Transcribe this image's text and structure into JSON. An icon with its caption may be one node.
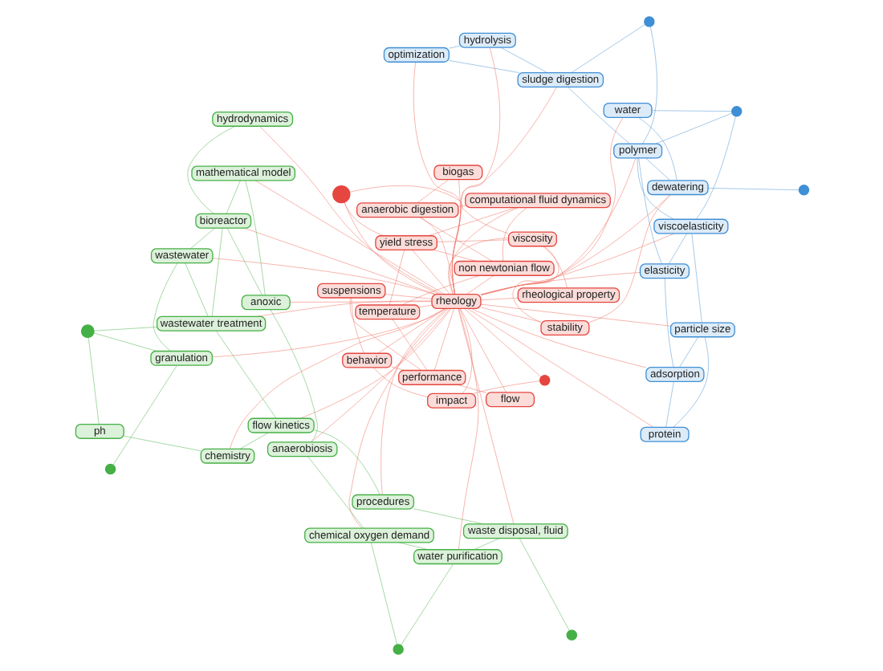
{
  "diagram": {
    "nodes": [
      {
        "text": [
          "elasticity"
        ]
      },
      {
        "text": [
          "adsorption"
        ]
      },
      {
        "text": [],
        "shape": "circle"
      },
      {
        "text": [
          "stability"
        ]
      },
      {
        "text": [
          "particle size"
        ]
      },
      {
        "text": [
          "protein"
        ]
      },
      {
        "text": [
          "viscoelasticity"
        ]
      },
      {
        "text": [
          "water"
        ]
      },
      {
        "text": [
          "polymer"
        ]
      },
      {
        "text": [
          "dewatering"
        ]
      },
      {
        "text": [],
        "shape": "circle"
      },
      {
        "text": [],
        "shape": "circle"
      },
      {
        "text": [
          "rheological property"
        ]
      },
      {
        "text": [
          "chemistry"
        ]
      },
      {
        "text": [
          "ph"
        ]
      },
      {
        "text": [
          "sludge digestion"
        ]
      },
      {
        "text": [
          "viscosity"
        ]
      },
      {
        "text": [
          "suspensions"
        ]
      },
      {
        "text": [
          "flow kinetics"
        ]
      },
      {
        "text": [],
        "shape": "circle"
      },
      {
        "text": [
          "procedures"
        ]
      },
      {
        "text": [
          "behavior"
        ]
      },
      {
        "text": [
          "yield stress"
        ]
      },
      {
        "text": [
          "wastewater treatment"
        ]
      },
      {
        "text": [
          "hydrolysis"
        ]
      },
      {
        "text": [],
        "shape": "circle"
      },
      {
        "text": [
          "impact"
        ]
      },
      {
        "text": [
          "temperature"
        ]
      },
      {
        "text": [
          "waste disposal, fluid"
        ]
      },
      {
        "text": [],
        "shape": "circle"
      },
      {
        "text": [],
        "shape": "circle"
      },
      {
        "text": [
          "rheology"
        ]
      },
      {
        "text": [
          "performance"
        ]
      },
      {
        "text": [
          "granulation"
        ]
      },
      {
        "text": [],
        "shape": "circle"
      },
      {
        "text": [
          "wastewater"
        ]
      },
      {
        "text": [],
        "shape": "circle"
      },
      {
        "text": [
          "water purification"
        ]
      },
      {
        "text": [
          "bioreactor"
        ]
      },
      {
        "text": [
          "anaerobic digestion"
        ]
      },
      {
        "text": [
          "flow"
        ]
      },
      {
        "text": [
          "chemical oxygen demand"
        ]
      },
      {
        "text": [
          "optimization"
        ]
      },
      {
        "text": [
          "non newtonian flow"
        ]
      },
      {
        "text": [
          "anaerobiosis"
        ]
      },
      {
        "text": [
          "anoxic"
        ]
      },
      {
        "text": [
          "mathematical model"
        ]
      },
      {
        "text": [
          "biogas"
        ]
      },
      {
        "text": [
          "hydrodynamics"
        ]
      },
      {
        "text": [
          "computational fluid dynamics"
        ]
      }
    ],
    "edges": [
      {
        "from": 31,
        "to": 0,
        "arrow": "none"
      },
      {
        "from": 31,
        "to": 1,
        "arrow": "none"
      },
      {
        "from": 31,
        "to": 3,
        "arrow": "none"
      },
      {
        "from": 31,
        "to": 4,
        "arrow": "none"
      },
      {
        "from": 31,
        "to": 5,
        "arrow": "none"
      },
      {
        "from": 31,
        "to": 6,
        "arrow": "none"
      },
      {
        "from": 31,
        "to": 7,
        "arrow": "none"
      },
      {
        "from": 31,
        "to": 8,
        "arrow": "none"
      },
      {
        "from": 31,
        "to": 9,
        "arrow": "none"
      },
      {
        "from": 31,
        "to": 12,
        "arrow": "none"
      },
      {
        "from": 31,
        "to": 13,
        "arrow": "none"
      },
      {
        "from": 31,
        "to": 15,
        "arrow": "none"
      },
      {
        "from": 31,
        "to": 16,
        "arrow": "none"
      },
      {
        "from": 31,
        "to": 17,
        "arrow": "none"
      },
      {
        "from": 31,
        "to": 18,
        "arrow": "none"
      },
      {
        "from": 31,
        "to": 20,
        "arrow": "none"
      },
      {
        "from": 31,
        "to": 21,
        "arrow": "none"
      },
      {
        "from": 31,
        "to": 22,
        "arrow": "none"
      },
      {
        "from": 31,
        "to": 23,
        "arrow": "none"
      },
      {
        "from": 31,
        "to": 24,
        "arrow": "none"
      },
      {
        "from": 31,
        "to": 25,
        "arrow": "none"
      },
      {
        "from": 31,
        "to": 26,
        "arrow": "none"
      },
      {
        "from": 31,
        "to": 27,
        "arrow": "none"
      },
      {
        "from": 31,
        "to": 28,
        "arrow": "none"
      },
      {
        "from": 31,
        "to": 30,
        "arrow": "none"
      },
      {
        "from": 31,
        "to": 32,
        "arrow": "none"
      },
      {
        "from": 31,
        "to": 33,
        "arrow": "none"
      },
      {
        "from": 31,
        "to": 35,
        "arrow": "none"
      },
      {
        "from": 31,
        "to": 37,
        "arrow": "none"
      },
      {
        "from": 31,
        "to": 38,
        "arrow": "none"
      },
      {
        "from": 31,
        "to": 39,
        "arrow": "none"
      },
      {
        "from": 31,
        "to": 40,
        "arrow": "none"
      },
      {
        "from": 31,
        "to": 41,
        "arrow": "none"
      },
      {
        "from": 31,
        "to": 42,
        "arrow": "none"
      },
      {
        "from": 31,
        "to": 43,
        "arrow": "none"
      },
      {
        "from": 31,
        "to": 44,
        "arrow": "none"
      },
      {
        "from": 31,
        "to": 45,
        "arrow": "none"
      },
      {
        "from": 31,
        "to": 46,
        "arrow": "none"
      },
      {
        "from": 31,
        "to": 47,
        "arrow": "none"
      },
      {
        "from": 31,
        "to": 48,
        "arrow": "none"
      },
      {
        "from": 31,
        "to": 49,
        "arrow": "none"
      },
      {
        "from": 22,
        "to": 16,
        "arrow": "none"
      },
      {
        "from": 22,
        "to": 27,
        "arrow": "none"
      },
      {
        "from": 22,
        "to": 43,
        "arrow": "none"
      },
      {
        "from": 16,
        "to": 3,
        "arrow": "none"
      },
      {
        "from": 16,
        "to": 12,
        "arrow": "none"
      },
      {
        "from": 27,
        "to": 32,
        "arrow": "none"
      },
      {
        "from": 17,
        "to": 21,
        "arrow": "none"
      },
      {
        "from": 21,
        "to": 26,
        "arrow": "none"
      },
      {
        "from": 32,
        "to": 40,
        "arrow": "none"
      },
      {
        "from": 26,
        "to": 30,
        "arrow": "none"
      },
      {
        "from": 39,
        "to": 47,
        "arrow": "none"
      },
      {
        "from": 39,
        "to": 43,
        "arrow": "none"
      },
      {
        "from": 43,
        "to": 49,
        "arrow": "none"
      },
      {
        "from": 39,
        "to": 49,
        "arrow": "none"
      },
      {
        "from": 3,
        "to": 9,
        "arrow": "none"
      },
      {
        "from": 22,
        "to": 49,
        "arrow": "none"
      },
      {
        "from": 17,
        "to": 32,
        "arrow": "none"
      },
      {
        "from": 21,
        "to": 32,
        "arrow": "none"
      },
      {
        "from": 27,
        "to": 43,
        "arrow": "none"
      },
      {
        "from": 25,
        "to": 22,
        "arrow": "none"
      },
      {
        "from": 25,
        "to": 16,
        "arrow": "none"
      },
      {
        "from": 23,
        "to": 35,
        "arrow": "none",
        "color": "#5cb85c"
      },
      {
        "from": 23,
        "to": 18,
        "arrow": "none",
        "color": "#5cb85c"
      },
      {
        "from": 23,
        "to": 38,
        "arrow": "none",
        "color": "#5cb85c"
      },
      {
        "from": 13,
        "to": 14,
        "arrow": "none",
        "color": "#5cb85c"
      },
      {
        "from": 13,
        "to": 18,
        "arrow": "none",
        "color": "#5cb85c"
      },
      {
        "from": 18,
        "to": 20,
        "arrow": "none",
        "color": "#5cb85c"
      },
      {
        "from": 20,
        "to": 28,
        "arrow": "none",
        "color": "#5cb85c"
      },
      {
        "from": 28,
        "to": 29,
        "arrow": "none",
        "color": "#5cb85c"
      },
      {
        "from": 28,
        "to": 37,
        "arrow": "none",
        "color": "#5cb85c"
      },
      {
        "from": 33,
        "to": 34,
        "arrow": "none",
        "color": "#5cb85c"
      },
      {
        "from": 33,
        "to": 35,
        "arrow": "none",
        "color": "#5cb85c"
      },
      {
        "from": 36,
        "to": 37,
        "arrow": "none",
        "color": "#5cb85c"
      },
      {
        "from": 37,
        "to": 41,
        "arrow": "none",
        "color": "#5cb85c"
      },
      {
        "from": 41,
        "to": 44,
        "arrow": "none",
        "color": "#5cb85c"
      },
      {
        "from": 44,
        "to": 45,
        "arrow": "none",
        "color": "#5cb85c"
      },
      {
        "from": 45,
        "to": 46,
        "arrow": "none",
        "color": "#5cb85c"
      },
      {
        "from": 38,
        "to": 46,
        "arrow": "none",
        "color": "#5cb85c"
      },
      {
        "from": 38,
        "to": 48,
        "arrow": "none",
        "color": "#5cb85c"
      },
      {
        "from": 35,
        "to": 38,
        "arrow": "none",
        "color": "#5cb85c"
      },
      {
        "from": 19,
        "to": 23,
        "arrow": "none",
        "color": "#5cb85c"
      },
      {
        "from": 19,
        "to": 14,
        "arrow": "none",
        "color": "#5cb85c"
      },
      {
        "from": 41,
        "to": 36,
        "arrow": "none",
        "color": "#5cb85c"
      },
      {
        "from": 33,
        "to": 19,
        "arrow": "none",
        "color": "#5cb85c"
      },
      {
        "from": 38,
        "to": 45,
        "arrow": "none",
        "color": "#5cb85c"
      },
      {
        "from": 0,
        "to": 1,
        "arrow": "none",
        "color": "#5b9bd5"
      },
      {
        "from": 0,
        "to": 6,
        "arrow": "none",
        "color": "#5b9bd5"
      },
      {
        "from": 0,
        "to": 8,
        "arrow": "none",
        "color": "#5b9bd5"
      },
      {
        "from": 1,
        "to": 4,
        "arrow": "none",
        "color": "#5b9bd5"
      },
      {
        "from": 1,
        "to": 5,
        "arrow": "none",
        "color": "#5b9bd5"
      },
      {
        "from": 4,
        "to": 5,
        "arrow": "none",
        "color": "#5b9bd5"
      },
      {
        "from": 4,
        "to": 6,
        "arrow": "none",
        "color": "#5b9bd5"
      },
      {
        "from": 6,
        "to": 8,
        "arrow": "none",
        "color": "#5b9bd5"
      },
      {
        "from": 2,
        "to": 7,
        "arrow": "none",
        "color": "#5b9bd5"
      },
      {
        "from": 2,
        "to": 8,
        "arrow": "none",
        "color": "#5b9bd5"
      },
      {
        "from": 7,
        "to": 9,
        "arrow": "none",
        "color": "#5b9bd5"
      },
      {
        "from": 8,
        "to": 9,
        "arrow": "none",
        "color": "#5b9bd5"
      },
      {
        "from": 9,
        "to": 10,
        "arrow": "none",
        "color": "#5b9bd5"
      },
      {
        "from": 8,
        "to": 11,
        "arrow": "none",
        "color": "#5b9bd5"
      },
      {
        "from": 11,
        "to": 15,
        "arrow": "none",
        "color": "#5b9bd5"
      },
      {
        "from": 15,
        "to": 24,
        "arrow": "none",
        "color": "#5b9bd5"
      },
      {
        "from": 8,
        "to": 15,
        "arrow": "none",
        "color": "#5b9bd5"
      },
      {
        "from": 24,
        "to": 42,
        "arrow": "none",
        "color": "#5b9bd5"
      },
      {
        "from": 15,
        "to": 42,
        "arrow": "none",
        "color": "#5b9bd5"
      },
      {
        "from": 6,
        "to": 2,
        "arrow": "none",
        "color": "#5b9bd5"
      }
    ]
  }
}
